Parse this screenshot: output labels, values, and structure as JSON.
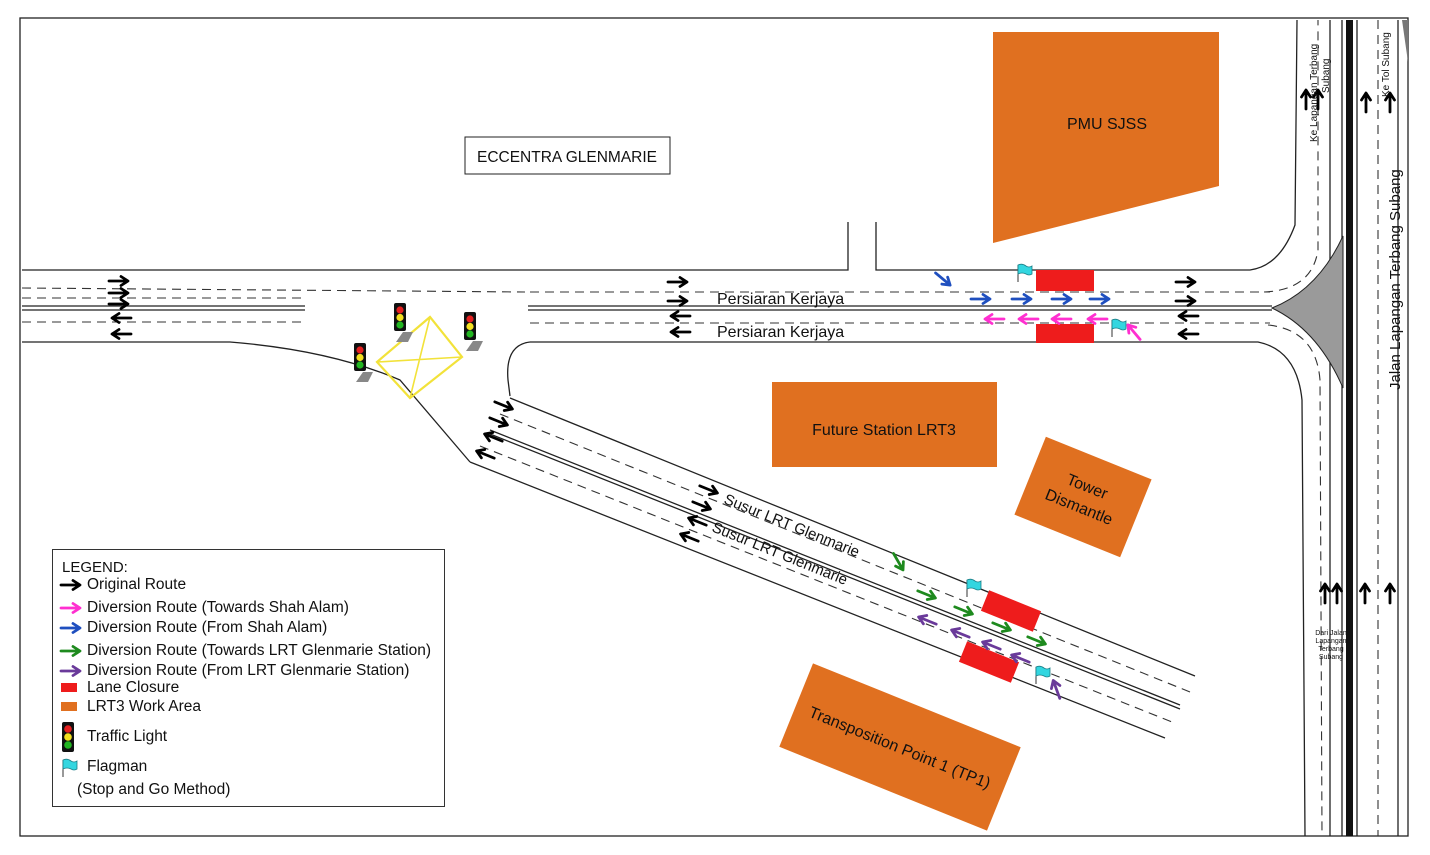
{
  "labels": {
    "eccentra": "ECCENTRA GLENMARIE",
    "pmu": "PMU SJSS",
    "future_station": "Future Station LRT3",
    "tower_line1": "Tower",
    "tower_line2": "Dismantle",
    "tp1": "Transposition Point 1 (TP1)",
    "road_top_1": "Persiaran Kerjaya",
    "road_top_2": "Persiaran Kerjaya",
    "susur_1": "Susur LRT Glenmarie",
    "susur_2": "Susur LRT Glenmarie",
    "jalan_right": "Jalan Lapangan Terbang Subang",
    "ke_lapangan_1": "Ke Lapangan Terbang",
    "ke_lapangan_2": "Subang",
    "ke_tol": "Ke Tol Subang",
    "dari_1": "Dari Jalan",
    "dari_2": "Lapangan",
    "dari_3": "Terbang",
    "dari_4": "Subang"
  },
  "legend": {
    "title": "LEGEND:",
    "items": [
      {
        "label": "Original Route",
        "symbol": "arrow",
        "color": "#000000"
      },
      {
        "label": "Diversion Route (Towards Shah Alam)",
        "symbol": "arrow",
        "color": "#ff2fd0"
      },
      {
        "label": "Diversion  Route (From Shah Alam)",
        "symbol": "arrow",
        "color": "#1f4fbf"
      },
      {
        "label": "Diversion Route (Towards LRT Glenmarie Station)",
        "symbol": "arrow",
        "color": "#1e8a1e"
      },
      {
        "label": "Diversion  Route (From LRT Glenmarie Station)",
        "symbol": "arrow",
        "color": "#6a3a9a"
      },
      {
        "label": "Lane Closure",
        "symbol": "rect",
        "color": "#ee1c1c"
      },
      {
        "label": "LRT3 Work Area",
        "symbol": "rect",
        "color": "#e07020"
      },
      {
        "label": "Traffic Light",
        "symbol": "traffic-light-icon",
        "color": "#000000"
      },
      {
        "label": "Flagman",
        "symbol": "flag-icon",
        "color": "#33d6e0"
      }
    ],
    "flagman_sub": "(Stop and Go Method)"
  },
  "colors": {
    "work_area": "#e07020",
    "lane_closure": "#ee1c1c",
    "original": "#000000",
    "towards_shah_alam": "#ff2fd0",
    "from_shah_alam": "#1f4fbf",
    "towards_lrt": "#1e8a1e",
    "from_lrt": "#6a3a9a",
    "flag": "#33d6e0",
    "junction_box": "#f2e23a",
    "island": "#9a9a9a"
  }
}
